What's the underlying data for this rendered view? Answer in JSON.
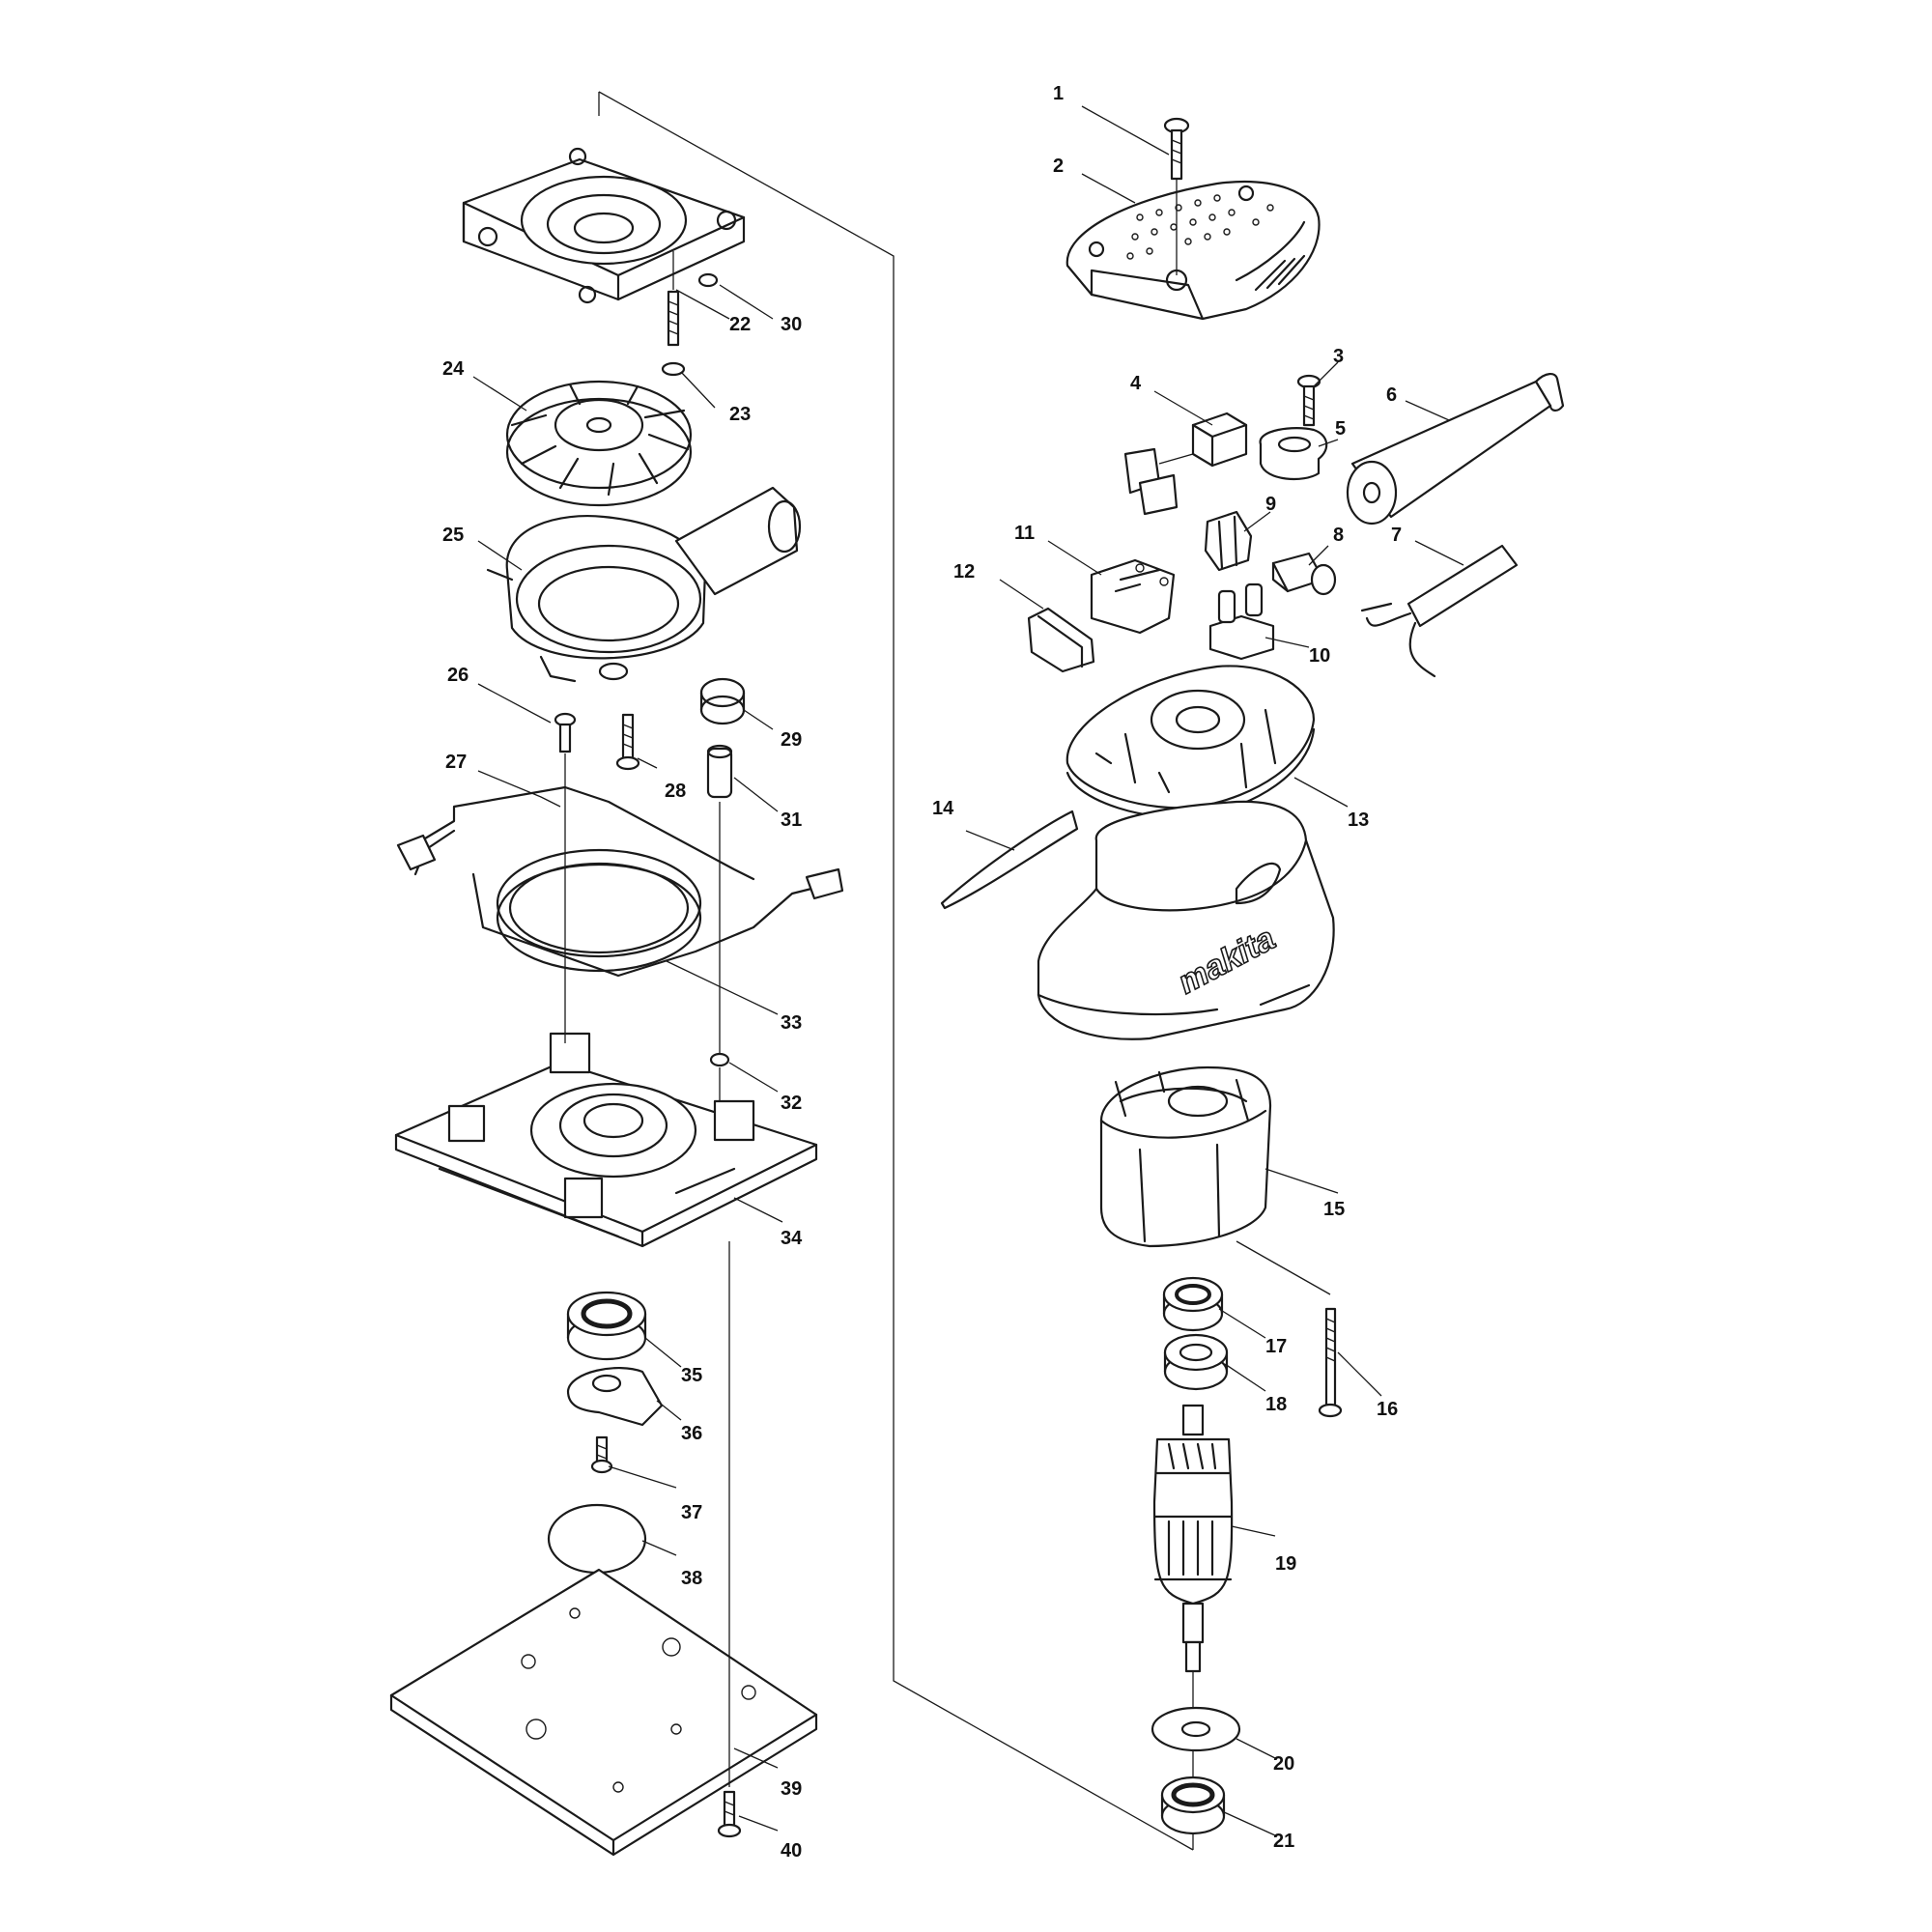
{
  "logo_text": "makita",
  "callouts": [
    {
      "id": "1",
      "label": "1"
    },
    {
      "id": "2",
      "label": "2"
    },
    {
      "id": "3",
      "label": "3"
    },
    {
      "id": "4",
      "label": "4"
    },
    {
      "id": "5",
      "label": "5"
    },
    {
      "id": "6",
      "label": "6"
    },
    {
      "id": "7",
      "label": "7"
    },
    {
      "id": "8",
      "label": "8"
    },
    {
      "id": "9",
      "label": "9"
    },
    {
      "id": "10",
      "label": "10"
    },
    {
      "id": "11",
      "label": "11"
    },
    {
      "id": "12",
      "label": "12"
    },
    {
      "id": "13",
      "label": "13"
    },
    {
      "id": "14",
      "label": "14"
    },
    {
      "id": "15",
      "label": "15"
    },
    {
      "id": "16",
      "label": "16"
    },
    {
      "id": "17",
      "label": "17"
    },
    {
      "id": "18",
      "label": "18"
    },
    {
      "id": "19",
      "label": "19"
    },
    {
      "id": "20",
      "label": "20"
    },
    {
      "id": "21",
      "label": "21"
    },
    {
      "id": "22",
      "label": "22"
    },
    {
      "id": "23",
      "label": "23"
    },
    {
      "id": "24",
      "label": "24"
    },
    {
      "id": "25",
      "label": "25"
    },
    {
      "id": "26",
      "label": "26"
    },
    {
      "id": "27",
      "label": "27"
    },
    {
      "id": "28",
      "label": "28"
    },
    {
      "id": "29",
      "label": "29"
    },
    {
      "id": "30",
      "label": "30"
    },
    {
      "id": "31",
      "label": "31"
    },
    {
      "id": "32",
      "label": "32"
    },
    {
      "id": "33",
      "label": "33"
    },
    {
      "id": "34",
      "label": "34"
    },
    {
      "id": "35",
      "label": "35"
    },
    {
      "id": "36",
      "label": "36"
    },
    {
      "id": "37",
      "label": "37"
    },
    {
      "id": "38",
      "label": "38"
    },
    {
      "id": "39",
      "label": "39"
    },
    {
      "id": "40",
      "label": "40"
    }
  ]
}
